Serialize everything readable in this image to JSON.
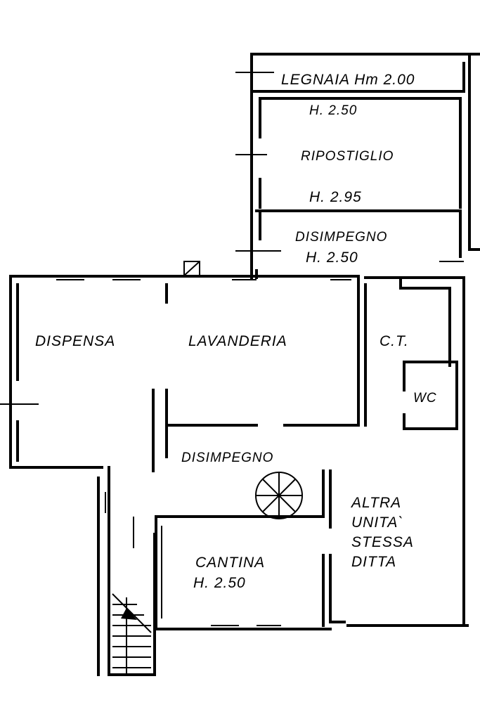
{
  "plan": {
    "rooms": {
      "legnaia": "LEGNAIA  Hm 2.00",
      "ripostiglio_height_top": "H. 2.50",
      "ripostiglio": "RIPOSTIGLIO",
      "ripostiglio_height_bottom": "H. 2.95",
      "disimpegno_upper": "DISIMPEGNO",
      "disimpegno_upper_height": "H. 2.50",
      "dispensa": "DISPENSA",
      "lavanderia": "LAVANDERIA",
      "ct": "C.T.",
      "wc": "WC",
      "disimpegno_lower": "DISIMPEGNO",
      "altra_unita": [
        "ALTRA",
        "UNITA`",
        "STESSA",
        "DITTA"
      ],
      "cantina": "CANTINA",
      "cantina_height": "H. 2.50"
    }
  }
}
